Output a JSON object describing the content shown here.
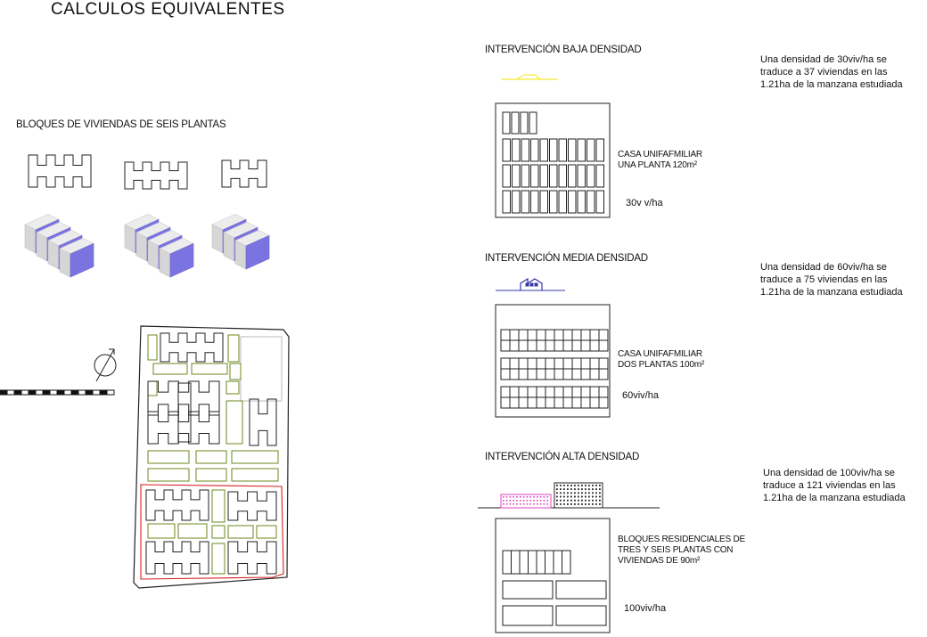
{
  "title": "CALCULOS  EQUIVALENTES",
  "blocks": {
    "heading": "BLOQUES DE VIVIENDAS  DE SEIS PLANTAS",
    "accent_color": "#7b74e0"
  },
  "site": {
    "outline_color": "#222222",
    "green_color": "#6b8a1e",
    "red_color": "#d42020"
  },
  "low": {
    "heading": "INTERVENCIÓN BAJA DENSIDAD",
    "note": [
      "Una densidad de 30viv/ha se",
      "traduce a 37 viviendas en las",
      "1.21ha de la manzana estudiada"
    ],
    "label": [
      "CASA UNIFAFMILIAR",
      "UNA PLANTA 120m²"
    ],
    "density": "30v v/ha",
    "accent_color": "#f2e600"
  },
  "medium": {
    "heading": "INTERVENCIÓN MEDIA DENSIDAD",
    "note": [
      "Una densidad de 60viv/ha se",
      "traduce a 75 viviendas en las",
      "1.21ha de la manzana estudiada"
    ],
    "label": [
      "CASA UNIFAFMILIAR",
      "DOS PLANTAS  100m²"
    ],
    "density": "60viv/ha",
    "accent_color": "#3a35a8"
  },
  "high": {
    "heading": "INTERVENCIÓN ALTA DENSIDAD",
    "note": [
      "Una densidad de 100viv/ha se",
      "traduce a 121 viviendas en las",
      "1.21ha de la manzana estudiada"
    ],
    "label": [
      "BLOQUES RESIDENCIALES DE",
      "TRES Y  SEIS PLANTAS CON",
      "VIVIENDAS DE 90m²"
    ],
    "density": "100viv/ha",
    "accent_color": "#e040c0"
  }
}
